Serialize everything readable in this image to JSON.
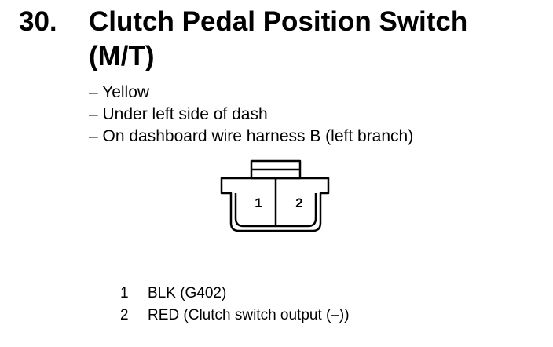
{
  "heading": {
    "number": "30.",
    "title_line1": "Clutch Pedal Position Switch",
    "title_line2": "(M/T)"
  },
  "details": [
    "– Yellow",
    "– Under left side of dash",
    "– On dashboard wire harness B (left branch)"
  ],
  "connector": {
    "pin_labels": [
      "1",
      "2"
    ]
  },
  "pins": [
    {
      "number": "1",
      "description": "BLK (G402)"
    },
    {
      "number": "2",
      "description": "RED (Clutch switch output (–))"
    }
  ]
}
